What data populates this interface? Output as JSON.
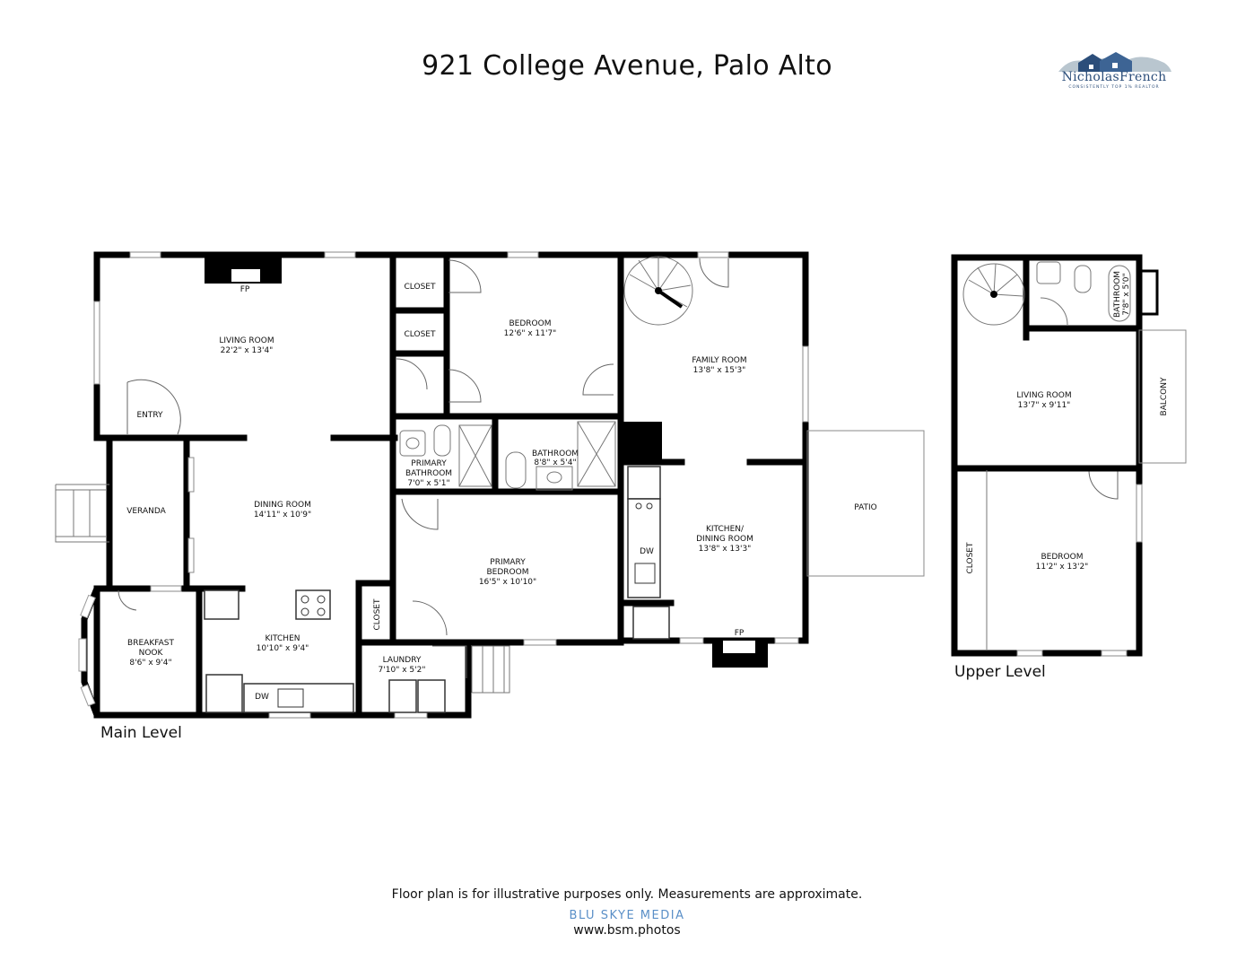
{
  "header": {
    "title": "921 College Avenue, Palo Alto"
  },
  "logo": {
    "name": "NicholasFrench",
    "tagline": "CONSISTENTLY TOP 1% REALTOR",
    "color": "#2c4e7a"
  },
  "main_level": {
    "label": "Main Level",
    "rooms": {
      "closet_a": "CLOSET",
      "closet_b": "CLOSET",
      "bedroom_name": "BEDROOM",
      "bedroom_size": "12'6\" x 11'7\"",
      "living_room_name": "LIVING ROOM",
      "living_room_size": "22'2\" x 13'4\"",
      "fp_living": "FP",
      "entry": "ENTRY",
      "family_room_name": "FAMILY ROOM",
      "family_room_size": "13'8\" x 15'3\"",
      "primary_bath_name_1": "PRIMARY",
      "primary_bath_name_2": "BATHROOM",
      "primary_bath_size": "7'0\" x 5'1\"",
      "bathroom_name": "BATHROOM",
      "bathroom_size": "8'8\" x 5'4\"",
      "veranda": "VERANDA",
      "dining_room_name": "DINING ROOM",
      "dining_room_size": "14'11\" x 10'9\"",
      "patio": "PATIO",
      "primary_bedroom_name_1": "PRIMARY",
      "primary_bedroom_name_2": "BEDROOM",
      "primary_bedroom_size": "16'5\" x 10'10\"",
      "kitchen_dining_name_1": "KITCHEN/",
      "kitchen_dining_name_2": "DINING ROOM",
      "kitchen_dining_size": "13'8\" x 13'3\"",
      "dw_east": "DW",
      "closet_c": "CLOSET",
      "breakfast_name_1": "BREAKFAST",
      "breakfast_name_2": "NOOK",
      "breakfast_size": "8'6\" x 9'4\"",
      "kitchen_name": "KITCHEN",
      "kitchen_size": "10'10\" x 9'4\"",
      "laundry_name": "LAUNDRY",
      "laundry_size": "7'10\" x 5'2\"",
      "dw_west": "DW",
      "fp_east": "FP"
    }
  },
  "upper_level": {
    "label": "Upper Level",
    "rooms": {
      "bathroom_name": "BATHROOM",
      "bathroom_size": "7'8\" x 5'0\"",
      "living_room_name": "LIVING ROOM",
      "living_room_size": "13'7\" x 9'11\"",
      "balcony": "BALCONY",
      "closet": "CLOSET",
      "bedroom_name": "BEDROOM",
      "bedroom_size": "11'2\" x 13'2\""
    }
  },
  "footer": {
    "disclaimer": "Floor plan is for illustrative purposes only. Measurements are approximate.",
    "brand": "BLU SKYE MEDIA",
    "url": "www.bsm.photos",
    "brand_color": "#5a8fc7"
  }
}
